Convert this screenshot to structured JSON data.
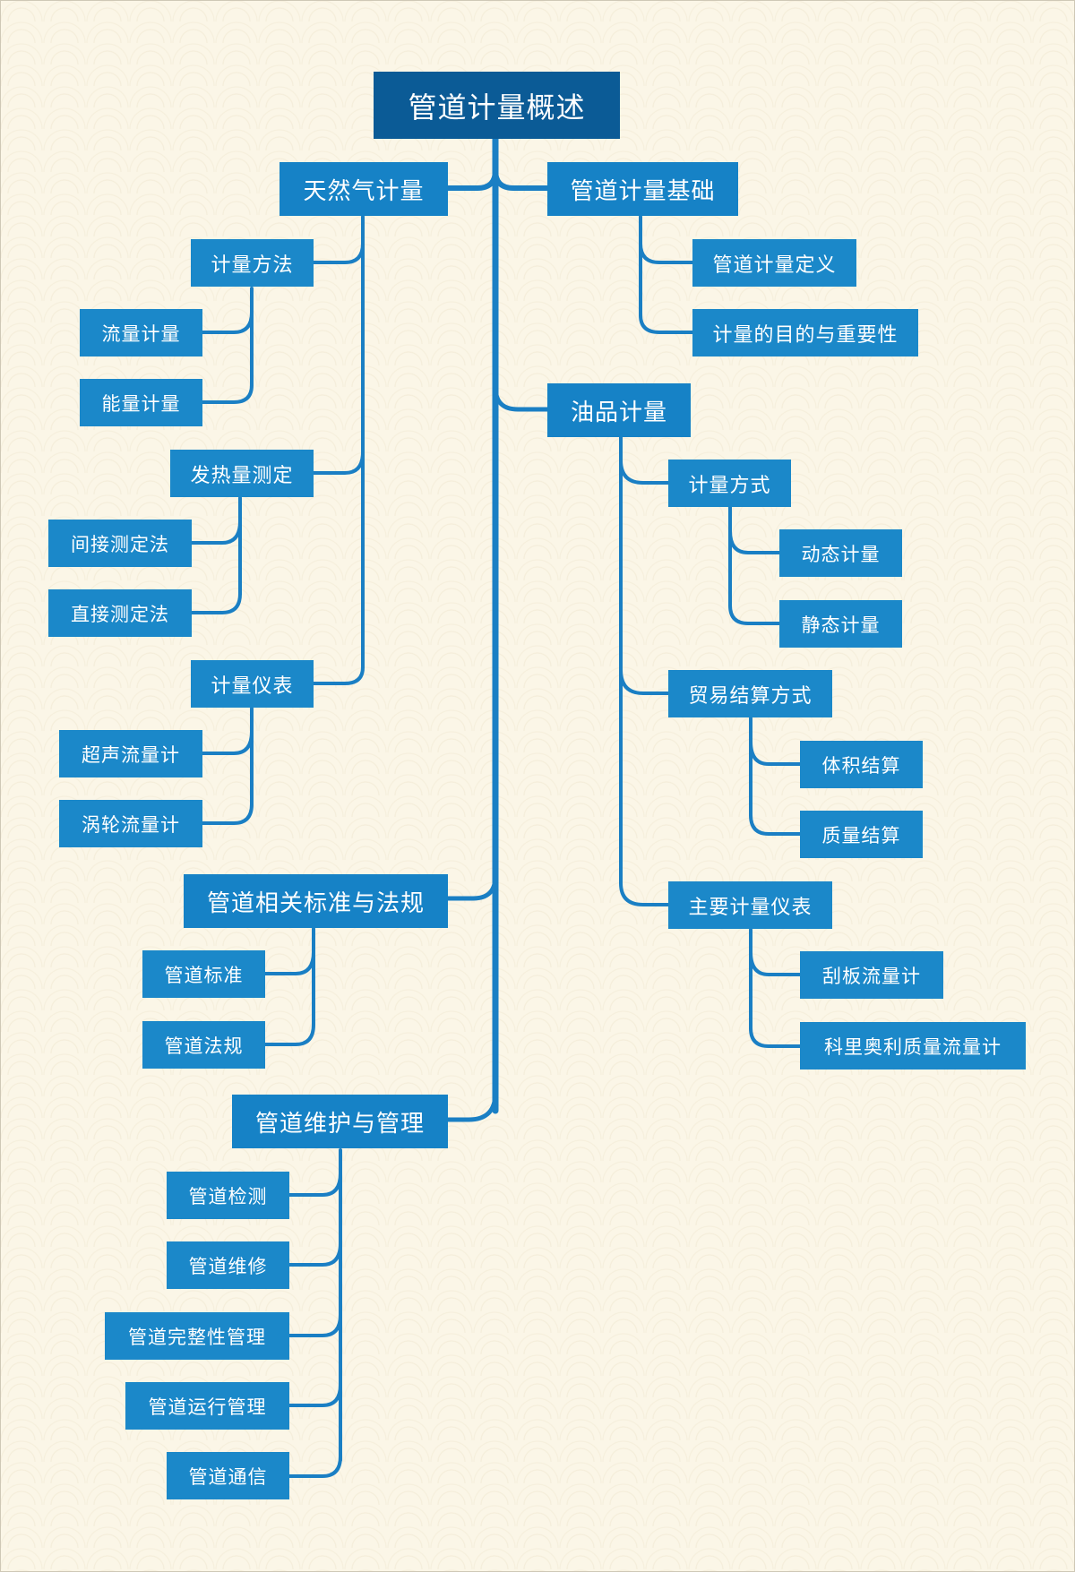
{
  "root": "管道计量概述",
  "branches": {
    "basics": {
      "title": "管道计量基础",
      "items": [
        "管道计量定义",
        "计量的目的与重要性"
      ]
    },
    "gas": {
      "title": "天然气计量",
      "method": {
        "title": "计量方法",
        "items": [
          "流量计量",
          "能量计量"
        ]
      },
      "heat": {
        "title": "发热量测定",
        "items": [
          "间接测定法",
          "直接测定法"
        ]
      },
      "meter": {
        "title": "计量仪表",
        "items": [
          "超声流量计",
          "涡轮流量计"
        ]
      }
    },
    "oil": {
      "title": "油品计量",
      "mode": {
        "title": "计量方式",
        "items": [
          "动态计量",
          "静态计量"
        ]
      },
      "trade": {
        "title": "贸易结算方式",
        "items": [
          "体积结算",
          "质量结算"
        ]
      },
      "meter": {
        "title": "主要计量仪表",
        "items": [
          "刮板流量计",
          "科里奥利质量流量计"
        ]
      }
    },
    "standards": {
      "title": "管道相关标准与法规",
      "items": [
        "管道标准",
        "管道法规"
      ]
    },
    "maintenance": {
      "title": "管道维护与管理",
      "items": [
        "管道检测",
        "管道维修",
        "管道完整性管理",
        "管道运行管理",
        "管道通信"
      ]
    }
  },
  "colors": {
    "background": "#fbf6e7",
    "root_box": "#0b5b96",
    "node_box": "#1b88c9",
    "connector": "#1a7fc4",
    "text": "#ffffff"
  }
}
